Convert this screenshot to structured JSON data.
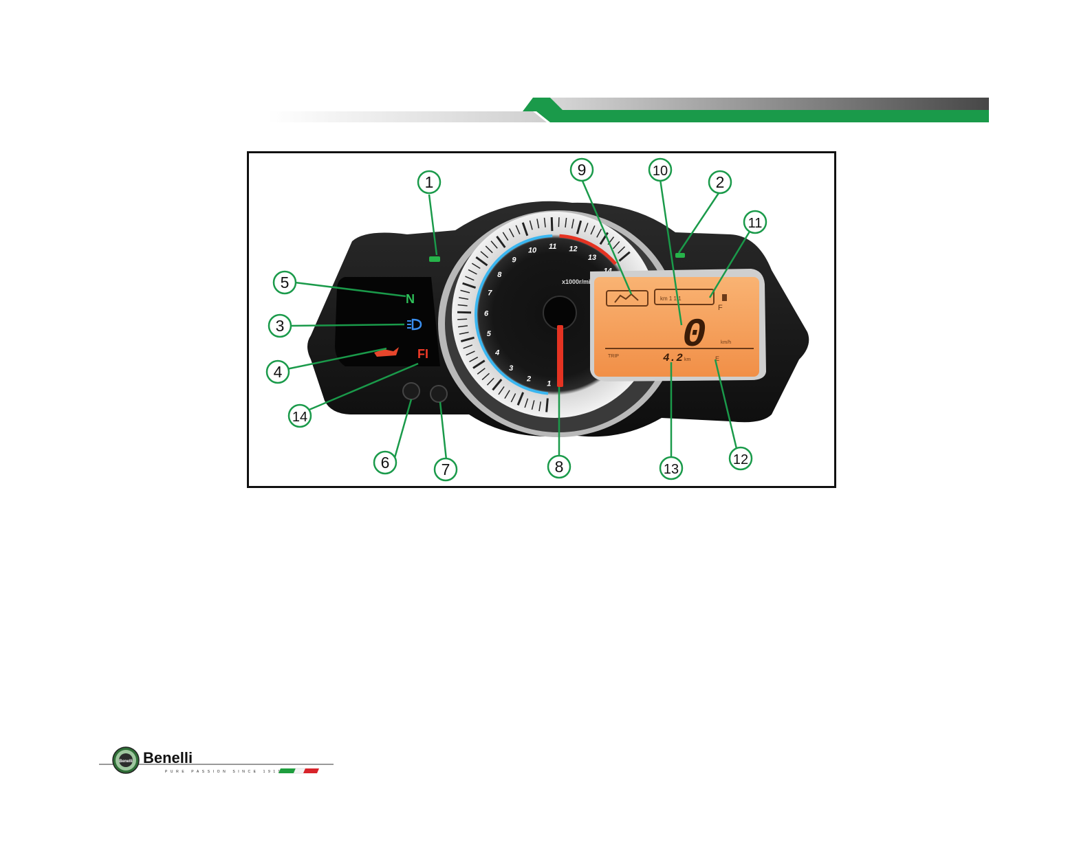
{
  "logo": {
    "brand": "Benelli",
    "badge_text": "Benelli",
    "tagline": "PURE PASSION SINCE 1911"
  },
  "colors": {
    "accent_green": "#1a9a4a",
    "header_gray_dark": "#4a4a4a",
    "lcd_orange": "#f7a35a",
    "redline": "#e53322",
    "tacho_blue": "#3ab6f0",
    "flag_green": "#1e9e3e",
    "flag_red": "#d8232a"
  },
  "dashboard": {
    "tach_numbers": [
      "1",
      "2",
      "3",
      "4",
      "5",
      "6",
      "7",
      "8",
      "9",
      "10",
      "11",
      "12",
      "13",
      "14"
    ],
    "tach_unit": "x1000r/min",
    "lcd": {
      "speed": "0",
      "trip_label": "TRIP",
      "trip_value": "4.2",
      "trip_unit": "km",
      "speed_unit": "km/h",
      "fuel_full": "F",
      "fuel_empty": "E"
    },
    "indicators": {
      "neutral": "N",
      "fi": "FI"
    }
  },
  "callouts": [
    "1",
    "2",
    "3",
    "4",
    "5",
    "6",
    "7",
    "8",
    "9",
    "10",
    "11",
    "12",
    "13",
    "14"
  ]
}
